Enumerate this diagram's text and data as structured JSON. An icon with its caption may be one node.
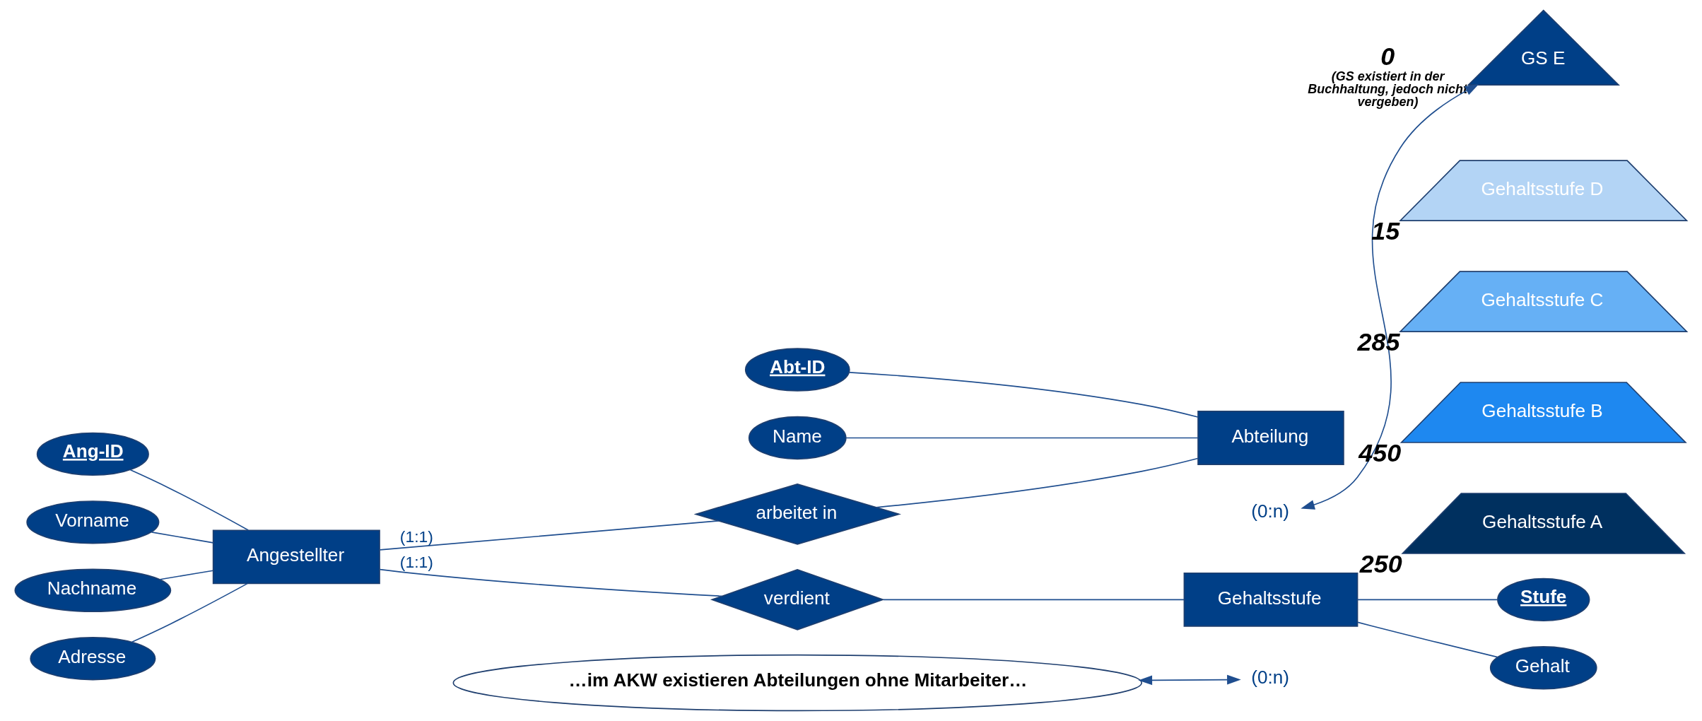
{
  "diagram": {
    "nodes": [
      {
        "text": [
          "…im AKW existieren Abteilungen ohne Mitarbeiter…"
        ]
      },
      {
        "text": [
          "Abt-ID"
        ]
      },
      {
        "text": [
          "Name"
        ]
      },
      {
        "text": [
          "arbeitet in"
        ]
      },
      {
        "text": [
          "(0:n)"
        ]
      },
      {
        "text": [
          "Abteilung"
        ]
      },
      {
        "text": [
          "Ang-ID"
        ]
      },
      {
        "text": [
          "Vorname"
        ]
      },
      {
        "text": [
          "Nachname"
        ]
      },
      {
        "text": [
          "Adresse"
        ]
      },
      {
        "text": [
          "Angestellter"
        ]
      },
      {
        "text": [
          "verdient"
        ]
      },
      {
        "text": [
          "(0:n)"
        ]
      },
      {
        "text": [
          "Gehaltsstufe"
        ]
      },
      {
        "text": [
          "Stufe"
        ]
      },
      {
        "text": [
          "Gehalt"
        ]
      },
      {
        "text": [
          "GS E"
        ],
        "beside": [
          "0",
          "(GS existiert in der Buchhaltung, jedoch nicht vergeben)"
        ]
      },
      {
        "text": [
          "Gehaltsstufe D"
        ],
        "beside": [
          "15"
        ]
      },
      {
        "text": [
          "Gehaltsstufe C"
        ],
        "beside": [
          "285"
        ]
      },
      {
        "text": [
          "Gehaltsstufe B"
        ],
        "beside": [
          "450"
        ]
      },
      {
        "text": [
          "Gehaltsstufe A"
        ],
        "beside": [
          "250"
        ]
      }
    ],
    "edges": [
      {
        "from": 1,
        "to": 5,
        "arrow": "none"
      },
      {
        "from": 2,
        "to": 5,
        "arrow": "none"
      },
      {
        "from": 6,
        "to": 10,
        "arrow": "none"
      },
      {
        "from": 7,
        "to": 10,
        "arrow": "none"
      },
      {
        "from": 8,
        "to": 10,
        "arrow": "none"
      },
      {
        "from": 9,
        "to": 10,
        "arrow": "none"
      },
      {
        "from": 10,
        "to": 3,
        "arrow": "none",
        "label": "(1:1)"
      },
      {
        "from": 3,
        "to": 5,
        "arrow": "none"
      },
      {
        "from": 10,
        "to": 11,
        "arrow": "none",
        "label": "(1:1)"
      },
      {
        "from": 11,
        "to": 13,
        "arrow": "none"
      },
      {
        "from": 13,
        "to": 14,
        "arrow": "none"
      },
      {
        "from": 13,
        "to": 15,
        "arrow": "none"
      },
      {
        "from": 0,
        "to": 4,
        "arrow": "both"
      },
      {
        "from": 16,
        "to": 12,
        "arrow": "both"
      }
    ]
  }
}
